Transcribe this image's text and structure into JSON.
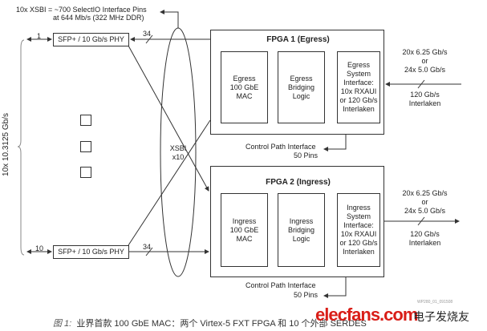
{
  "top_note": {
    "line1": "10x XSBI = ~700 SelectIO Interface Pins",
    "line2": "at 644 Mb/s (322 MHz DDR)"
  },
  "left_label": "10x 10.3125 Gb/s",
  "sfp_top": {
    "label": "SFP+ / 10 Gb/s PHY",
    "port": "1",
    "bus": "34"
  },
  "sfp_bottom": {
    "label": "SFP+ / 10 Gb/s PHY",
    "port": "10",
    "bus": "34"
  },
  "xsbi": "XSBI\nx10",
  "fpga1": {
    "title": "FPGA 1 (Egress)",
    "blocks": [
      "Egress\n100 GbE\nMAC",
      "Egress\nBridging\nLogic",
      "Egress\nSystem\nInterface:\n10x RXAUI\nor 120 Gb/s\nInterlaken"
    ],
    "control": "Control Path Interface",
    "pins": "50 Pins"
  },
  "fpga2": {
    "title": "FPGA 2 (Ingress)",
    "blocks": [
      "Ingress\n100 GbE\nMAC",
      "Ingress\nBridging\nLogic",
      "Ingress\nSystem\nInterface:\n10x RXAUI\nor 120 Gb/s\nInterlaken"
    ],
    "control": "Control Path Interface",
    "pins": "50 Pins"
  },
  "right_top": {
    "l1": "20x 6.25 Gb/s",
    "l2": "or",
    "l3": "24x 5.0 Gb/s",
    "l4": "120 Gb/s",
    "l5": "Interlaken"
  },
  "right_bottom": {
    "l1": "20x 6.25 Gb/s",
    "l2": "or",
    "l3": "24x 5.0 Gb/s",
    "l4": "120 Gb/s",
    "l5": "Interlaken"
  },
  "figure_id": "WP280_01_091508",
  "caption": {
    "fig": "图 1:",
    "text": "业界首款 100 GbE MAC：两个 Virtex-5 FXT FPGA 和 10 个外部 SERDES"
  },
  "watermark": {
    "logo": "elecfans.com",
    "cn": "电子发烧友"
  }
}
